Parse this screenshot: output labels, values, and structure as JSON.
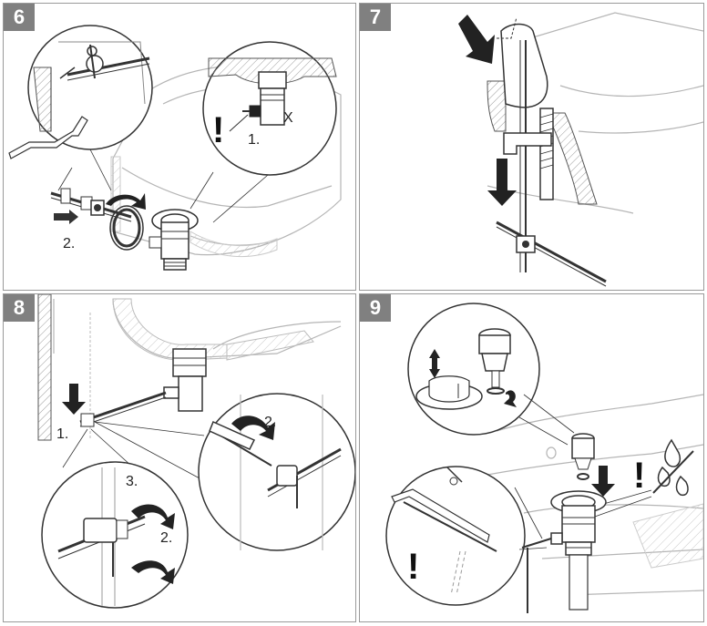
{
  "steps": [
    {
      "number": "6",
      "labels": {
        "step1": "1.",
        "step2": "2.",
        "cross": "X",
        "warning": "!"
      }
    },
    {
      "number": "7"
    },
    {
      "number": "8",
      "labels": {
        "step1": "1.",
        "step2_zoom": "2.",
        "step2_lower": "2.",
        "step3": "3."
      }
    },
    {
      "number": "9",
      "labels": {
        "warning_basin": "!",
        "warning_rod": "!"
      }
    }
  ],
  "colors": {
    "line": "#333333",
    "faint": "#b5b5b5",
    "badge": "#808080",
    "hatch": "#9a9a9a"
  }
}
